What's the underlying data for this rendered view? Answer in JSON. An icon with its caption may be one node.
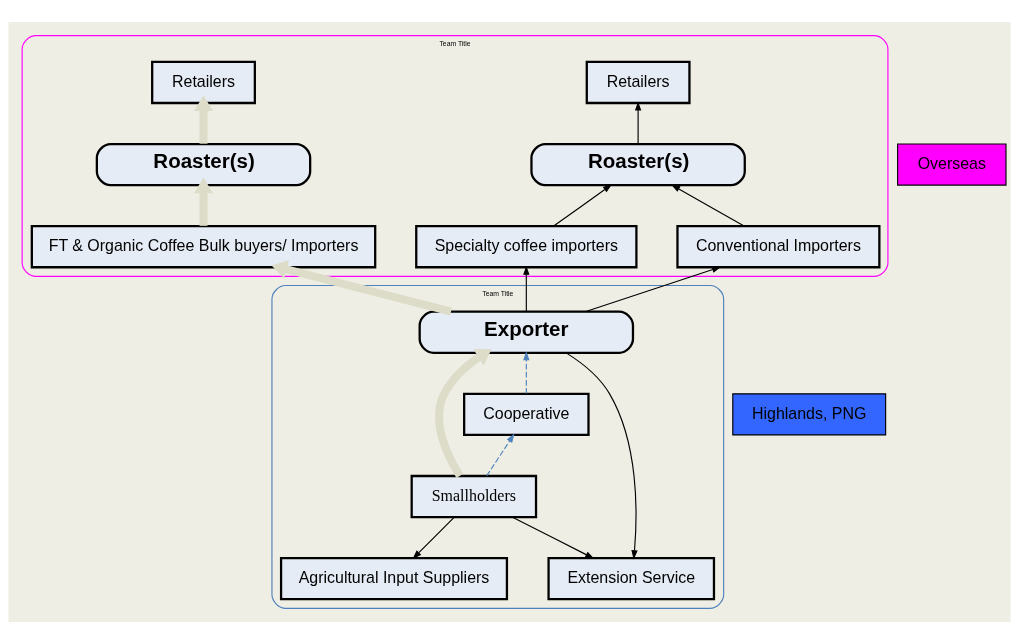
{
  "diagram": {
    "nodes": [
      {
        "text": [
          "Team Title"
        ]
      },
      {
        "text": [
          "Retailers"
        ],
        "in": 0
      },
      {
        "text": [
          "Roaster(s)"
        ],
        "in": 0
      },
      {
        "text": [
          "Conventional Importers"
        ],
        "in": 0
      },
      {
        "text": [
          "Specialty coffee importers"
        ],
        "in": 0
      },
      {
        "text": [
          "Retailers"
        ],
        "in": 0
      },
      {
        "text": [
          "Roaster(s)"
        ],
        "in": 0
      },
      {
        "text": [
          "FT & Organic Coffee Bulk buyers/ Importers"
        ],
        "in": 0
      },
      {
        "text": [
          "Overseas"
        ]
      },
      {
        "text": [
          "Team Title"
        ]
      },
      {
        "text": [
          "Exporter"
        ],
        "in": 9
      },
      {
        "text": [
          "Cooperative"
        ],
        "in": 9
      },
      {
        "text": [
          "Smallholders"
        ],
        "in": 9
      },
      {
        "text": [
          "Extension Service"
        ],
        "in": 9
      },
      {
        "text": [
          "Agricultural Input Suppliers"
        ],
        "in": 9
      },
      {
        "text": [
          "Highlands, PNG"
        ]
      }
    ],
    "edges": [
      {
        "from": 2,
        "to": 1,
        "arrow": "to"
      },
      {
        "from": 3,
        "to": 2,
        "arrow": "to"
      },
      {
        "from": 4,
        "to": 2,
        "arrow": "to"
      },
      {
        "from": 6,
        "to": 5,
        "arrow": "to",
        "style": "thick",
        "color": "#dcdcc8"
      },
      {
        "from": 7,
        "to": 6,
        "arrow": "to",
        "style": "thick",
        "color": "#dcdcc8"
      },
      {
        "from": 10,
        "to": 7,
        "arrow": "to",
        "style": "thick",
        "color": "#dcdcc8"
      },
      {
        "from": 10,
        "to": 3,
        "arrow": "to"
      },
      {
        "from": 10,
        "to": 4,
        "arrow": "to"
      },
      {
        "from": 12,
        "to": 10,
        "arrow": "to",
        "style": "thick",
        "color": "#dcdcc8"
      },
      {
        "from": 12,
        "to": 11,
        "arrow": "to",
        "style": "dashed",
        "color": "#4f81bd"
      },
      {
        "from": 11,
        "to": 10,
        "arrow": "to",
        "style": "dashed",
        "color": "#4f81bd"
      },
      {
        "from": 12,
        "to": 13,
        "arrow": "to"
      },
      {
        "from": 12,
        "to": 14,
        "arrow": "to"
      },
      {
        "from": 10,
        "to": 13,
        "arrow": "to"
      }
    ]
  }
}
